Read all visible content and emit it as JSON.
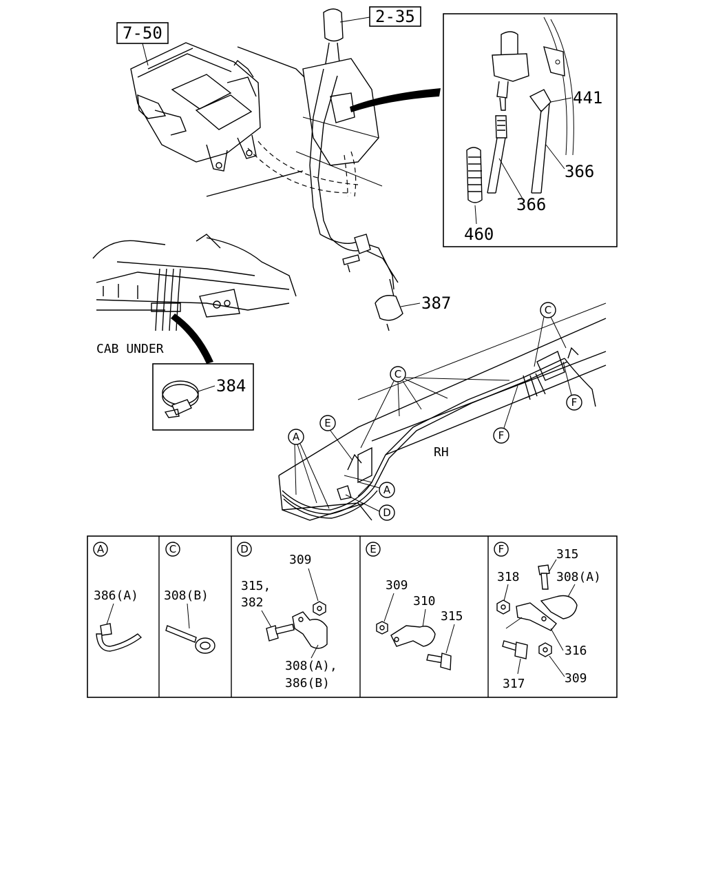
{
  "refs": {
    "ref_7_50": "7-50",
    "ref_2_35": "2-35"
  },
  "callouts": {
    "p441": "441",
    "p366a": "366",
    "p366b": "366",
    "p460": "460",
    "p387": "387",
    "p384": "384"
  },
  "labels": {
    "cab_under": "CAB UNDER",
    "rh": "RH"
  },
  "markers": {
    "A": "A",
    "C": "C",
    "D": "D",
    "E": "E",
    "F": "F"
  },
  "panels": {
    "A": {
      "letter": "A",
      "part": "386(A)"
    },
    "C": {
      "letter": "C",
      "part": "308(B)"
    },
    "D": {
      "letter": "D",
      "p309": "309",
      "p315_l1": "315,",
      "p315_l2": "382",
      "p308_l1": "308(A),",
      "p308_l2": "386(B)"
    },
    "E": {
      "letter": "E",
      "p309": "309",
      "p310": "310",
      "p315": "315"
    },
    "F": {
      "letter": "F",
      "p315": "315",
      "p318": "318",
      "p308": "308(A)",
      "p316": "316",
      "p317": "317",
      "p309": "309"
    }
  }
}
